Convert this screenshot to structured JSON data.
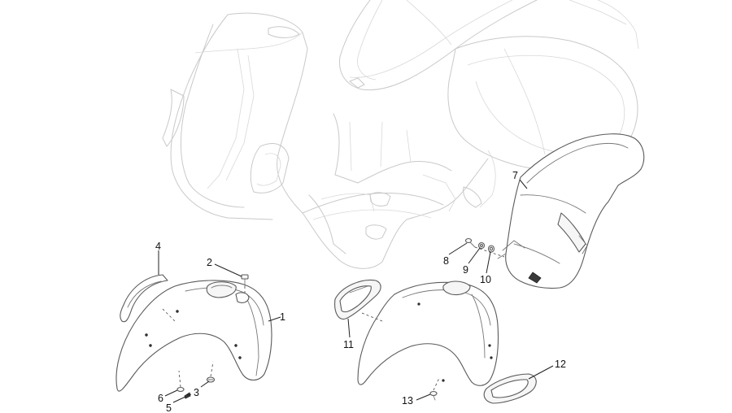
{
  "callouts": [
    {
      "id": "1",
      "label": "1"
    },
    {
      "id": "2",
      "label": "2"
    },
    {
      "id": "3",
      "label": "3"
    },
    {
      "id": "4",
      "label": "4"
    },
    {
      "id": "5",
      "label": "5"
    },
    {
      "id": "6",
      "label": "6"
    },
    {
      "id": "7",
      "label": "7"
    },
    {
      "id": "8",
      "label": "8"
    },
    {
      "id": "9",
      "label": "9"
    },
    {
      "id": "10",
      "label": "10"
    },
    {
      "id": "11",
      "label": "11"
    },
    {
      "id": "12",
      "label": "12"
    },
    {
      "id": "13",
      "label": "13"
    }
  ],
  "colors": {
    "background": "#ffffff",
    "ghost_outline": "#c9c9cc",
    "part_outline": "#5a5a5a",
    "label_text": "#111111"
  }
}
